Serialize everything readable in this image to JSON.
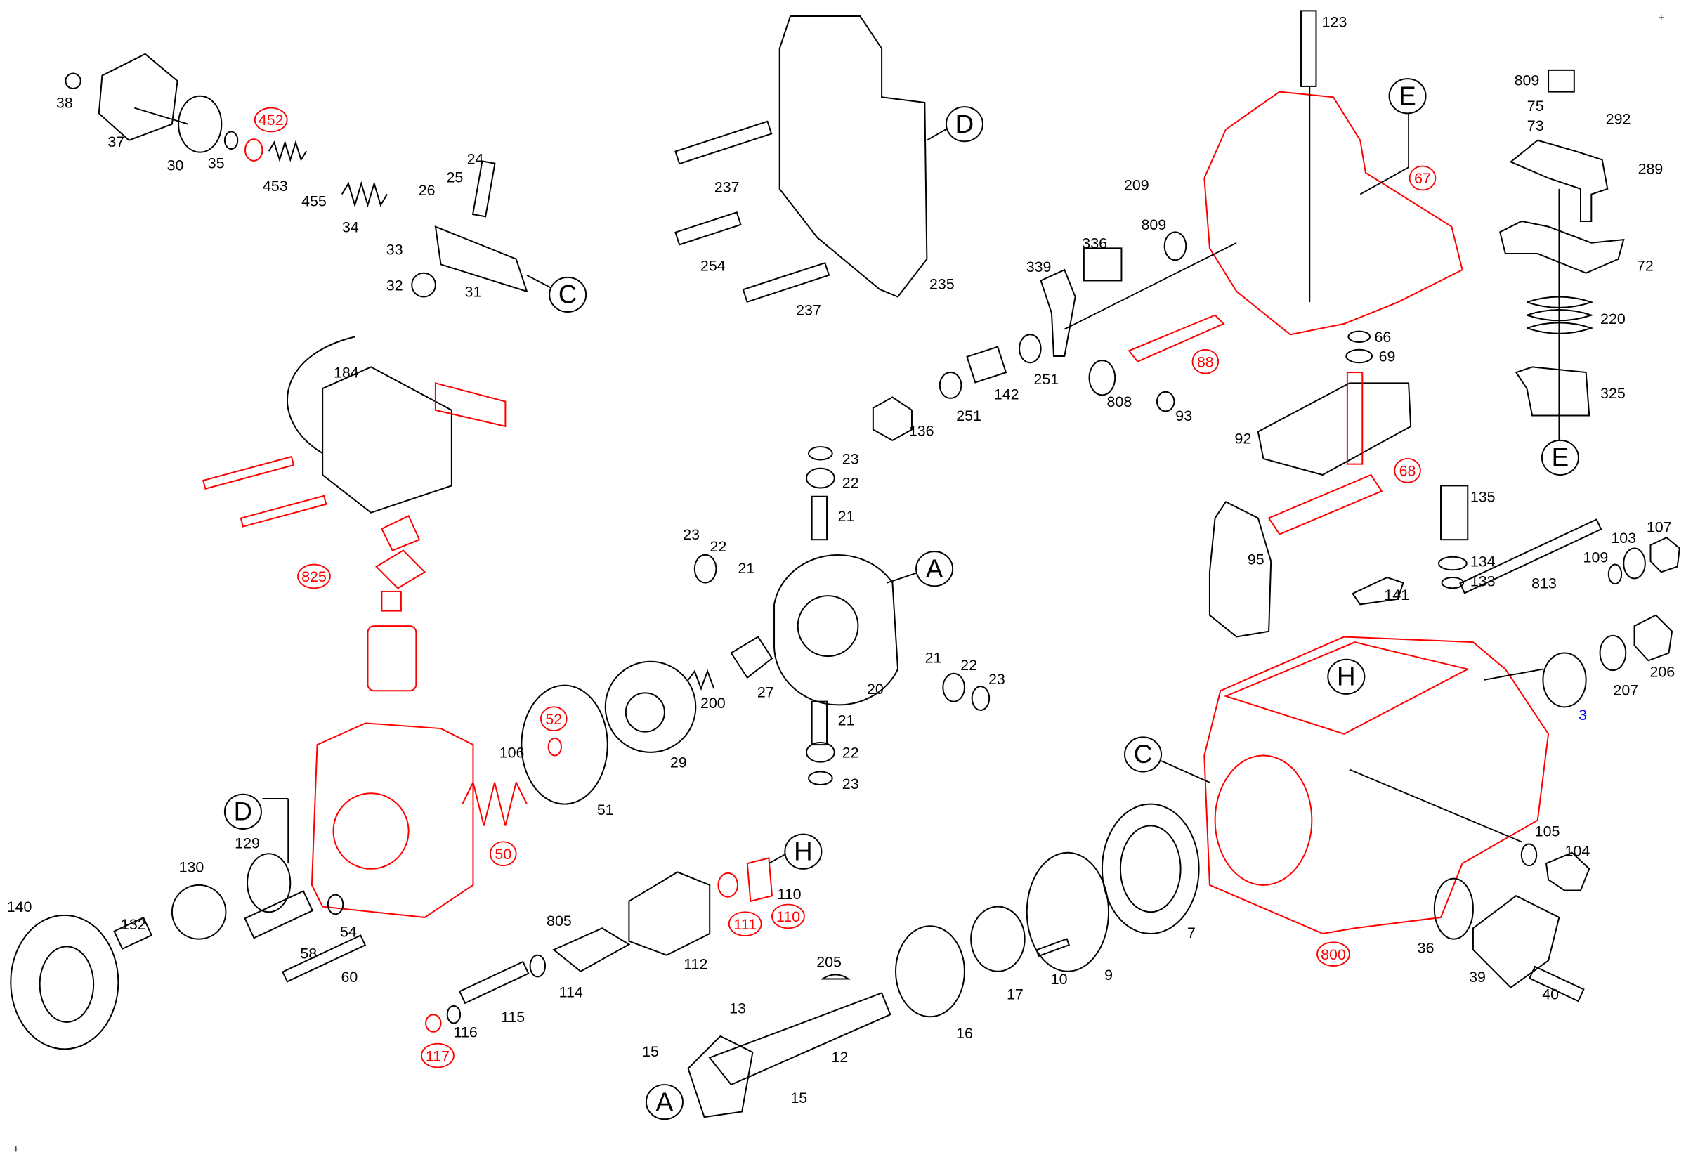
{
  "diagram": {
    "marks": [
      "+",
      "+"
    ],
    "colors": {
      "highlight": "#ff0000",
      "normal": "#000000",
      "note": "#0000ff"
    },
    "labels": [
      {
        "text": "38",
        "style": "black"
      },
      {
        "text": "37",
        "style": "black"
      },
      {
        "text": "30",
        "style": "black"
      },
      {
        "text": "35",
        "style": "black"
      },
      {
        "text": "452",
        "style": "red-circled"
      },
      {
        "text": "453",
        "style": "black"
      },
      {
        "text": "455",
        "style": "black"
      },
      {
        "text": "34",
        "style": "black"
      },
      {
        "text": "33",
        "style": "black"
      },
      {
        "text": "26",
        "style": "black"
      },
      {
        "text": "25",
        "style": "black"
      },
      {
        "text": "24",
        "style": "black"
      },
      {
        "text": "32",
        "style": "black"
      },
      {
        "text": "31",
        "style": "black"
      },
      {
        "text": "C",
        "style": "ref-circle"
      },
      {
        "text": "237",
        "style": "black"
      },
      {
        "text": "254",
        "style": "black"
      },
      {
        "text": "237",
        "style": "black"
      },
      {
        "text": "235",
        "style": "black"
      },
      {
        "text": "D",
        "style": "ref-circle"
      },
      {
        "text": "123",
        "style": "black"
      },
      {
        "text": "E",
        "style": "ref-circle"
      },
      {
        "text": "67",
        "style": "red-circled"
      },
      {
        "text": "209",
        "style": "black"
      },
      {
        "text": "809",
        "style": "black"
      },
      {
        "text": "336",
        "style": "black"
      },
      {
        "text": "339",
        "style": "black"
      },
      {
        "text": "88",
        "style": "red-circled"
      },
      {
        "text": "251",
        "style": "black"
      },
      {
        "text": "142",
        "style": "black"
      },
      {
        "text": "251",
        "style": "black"
      },
      {
        "text": "136",
        "style": "black"
      },
      {
        "text": "808",
        "style": "black"
      },
      {
        "text": "93",
        "style": "black"
      },
      {
        "text": "66",
        "style": "black"
      },
      {
        "text": "69",
        "style": "black"
      },
      {
        "text": "92",
        "style": "black"
      },
      {
        "text": "68",
        "style": "red-circled"
      },
      {
        "text": "809",
        "style": "black"
      },
      {
        "text": "75",
        "style": "black"
      },
      {
        "text": "73",
        "style": "black"
      },
      {
        "text": "292",
        "style": "black"
      },
      {
        "text": "289",
        "style": "black"
      },
      {
        "text": "72",
        "style": "black"
      },
      {
        "text": "220",
        "style": "black"
      },
      {
        "text": "325",
        "style": "black"
      },
      {
        "text": "E",
        "style": "ref-circle"
      },
      {
        "text": "184",
        "style": "black"
      },
      {
        "text": "825",
        "style": "red-circled"
      },
      {
        "text": "23",
        "style": "black"
      },
      {
        "text": "22",
        "style": "black"
      },
      {
        "text": "21",
        "style": "black"
      },
      {
        "text": "23",
        "style": "black"
      },
      {
        "text": "22",
        "style": "black"
      },
      {
        "text": "21",
        "style": "black"
      },
      {
        "text": "A",
        "style": "ref-circle"
      },
      {
        "text": "27",
        "style": "black"
      },
      {
        "text": "20",
        "style": "black"
      },
      {
        "text": "21",
        "style": "black"
      },
      {
        "text": "22",
        "style": "black"
      },
      {
        "text": "23",
        "style": "black"
      },
      {
        "text": "200",
        "style": "black"
      },
      {
        "text": "29",
        "style": "black"
      },
      {
        "text": "21",
        "style": "black"
      },
      {
        "text": "22",
        "style": "black"
      },
      {
        "text": "23",
        "style": "black"
      },
      {
        "text": "52",
        "style": "red-circled"
      },
      {
        "text": "106",
        "style": "black"
      },
      {
        "text": "51",
        "style": "black"
      },
      {
        "text": "50",
        "style": "red-circled"
      },
      {
        "text": "135",
        "style": "black"
      },
      {
        "text": "95",
        "style": "black"
      },
      {
        "text": "134",
        "style": "black"
      },
      {
        "text": "133",
        "style": "black"
      },
      {
        "text": "141",
        "style": "black"
      },
      {
        "text": "813",
        "style": "black"
      },
      {
        "text": "109",
        "style": "black"
      },
      {
        "text": "103",
        "style": "black"
      },
      {
        "text": "107",
        "style": "black"
      },
      {
        "text": "H",
        "style": "ref-circle"
      },
      {
        "text": "3",
        "style": "blue"
      },
      {
        "text": "207",
        "style": "black"
      },
      {
        "text": "206",
        "style": "black"
      },
      {
        "text": "C",
        "style": "ref-circle"
      },
      {
        "text": "105",
        "style": "black"
      },
      {
        "text": "104",
        "style": "black"
      },
      {
        "text": "7",
        "style": "black"
      },
      {
        "text": "800",
        "style": "red-circled"
      },
      {
        "text": "36",
        "style": "black"
      },
      {
        "text": "39",
        "style": "black"
      },
      {
        "text": "40",
        "style": "black"
      },
      {
        "text": "D",
        "style": "ref-circle"
      },
      {
        "text": "129",
        "style": "black"
      },
      {
        "text": "130",
        "style": "black"
      },
      {
        "text": "140",
        "style": "black"
      },
      {
        "text": "132",
        "style": "black"
      },
      {
        "text": "54",
        "style": "black"
      },
      {
        "text": "58",
        "style": "black"
      },
      {
        "text": "60",
        "style": "black"
      },
      {
        "text": "H",
        "style": "ref-circle"
      },
      {
        "text": "110",
        "style": "black"
      },
      {
        "text": "111",
        "style": "red-circled"
      },
      {
        "text": "110",
        "style": "red-circled"
      },
      {
        "text": "805",
        "style": "black"
      },
      {
        "text": "112",
        "style": "black"
      },
      {
        "text": "114",
        "style": "black"
      },
      {
        "text": "115",
        "style": "black"
      },
      {
        "text": "116",
        "style": "black"
      },
      {
        "text": "117",
        "style": "red-circled"
      },
      {
        "text": "205",
        "style": "black"
      },
      {
        "text": "17",
        "style": "black"
      },
      {
        "text": "10",
        "style": "black"
      },
      {
        "text": "9",
        "style": "black"
      },
      {
        "text": "16",
        "style": "black"
      },
      {
        "text": "13",
        "style": "black"
      },
      {
        "text": "15",
        "style": "black"
      },
      {
        "text": "12",
        "style": "black"
      },
      {
        "text": "15",
        "style": "black"
      },
      {
        "text": "A",
        "style": "ref-circle"
      }
    ]
  }
}
